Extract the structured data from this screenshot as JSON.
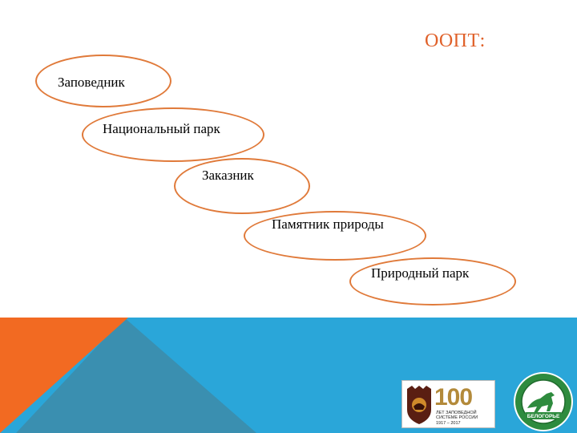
{
  "title": "ООПТ:",
  "diagram": {
    "items": [
      {
        "label": "Заповедник"
      },
      {
        "label": "Национальный парк"
      },
      {
        "label": "Заказник"
      },
      {
        "label": "Памятник природы"
      },
      {
        "label": "Природный парк"
      }
    ]
  },
  "colors": {
    "accent_orange": "#e0612a",
    "ellipse_border": "#e07a3a",
    "footer_blue": "#2aa6d9",
    "footer_teal": "#3a8fb0",
    "footer_orange": "#f26a22",
    "logo_green": "#2e8b3e"
  },
  "logos": {
    "centenary": {
      "number": "100",
      "line1": "ЛЕТ ЗАПОВЕДНОЙ",
      "line2": "СИСТЕМЕ РОССИИ",
      "years": "1917 – 2017",
      "icon": "bear-emblem-icon"
    },
    "belogorye": {
      "name": "БЕЛОГОРЬЕ",
      "icon": "horse-emblem-icon"
    }
  }
}
